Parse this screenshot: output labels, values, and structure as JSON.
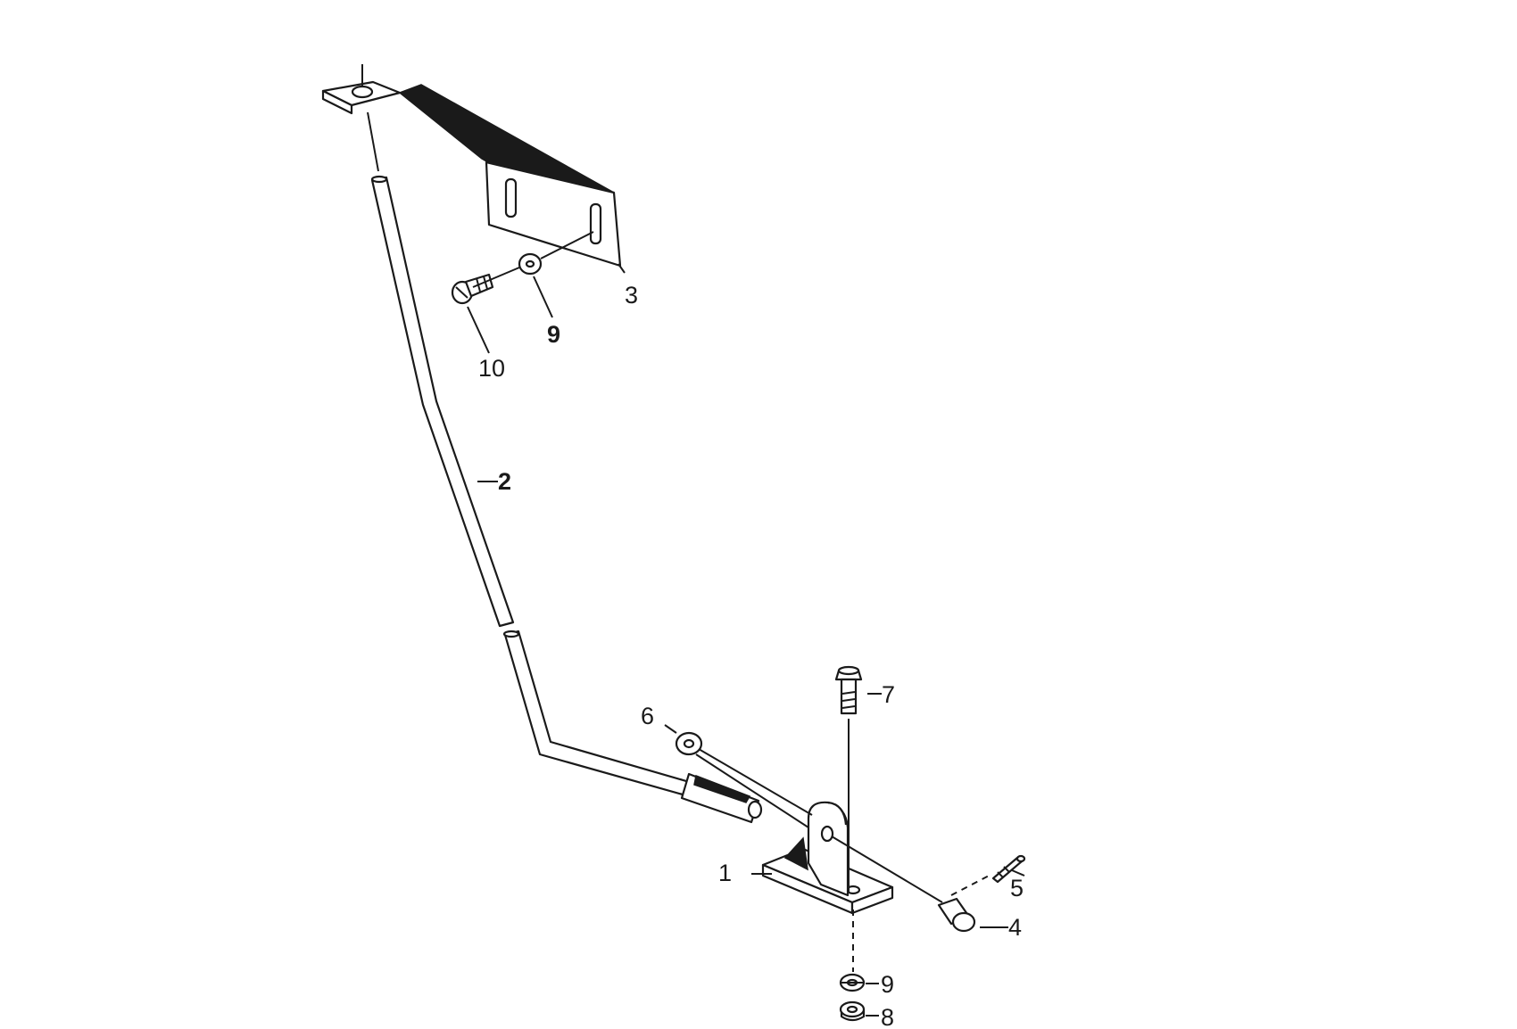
{
  "diagram": {
    "labels": {
      "base_bracket": "1",
      "rod": "2",
      "upper_bracket": "3",
      "clevis_pin": "4",
      "split_pin": "5",
      "washer_rod": "6",
      "bolt": "7",
      "nut": "8",
      "washer_upper": "9",
      "washer_lower": "9",
      "screw": "10"
    },
    "colors": {
      "ink": "#1a1a1a",
      "background": "#ffffff"
    }
  }
}
